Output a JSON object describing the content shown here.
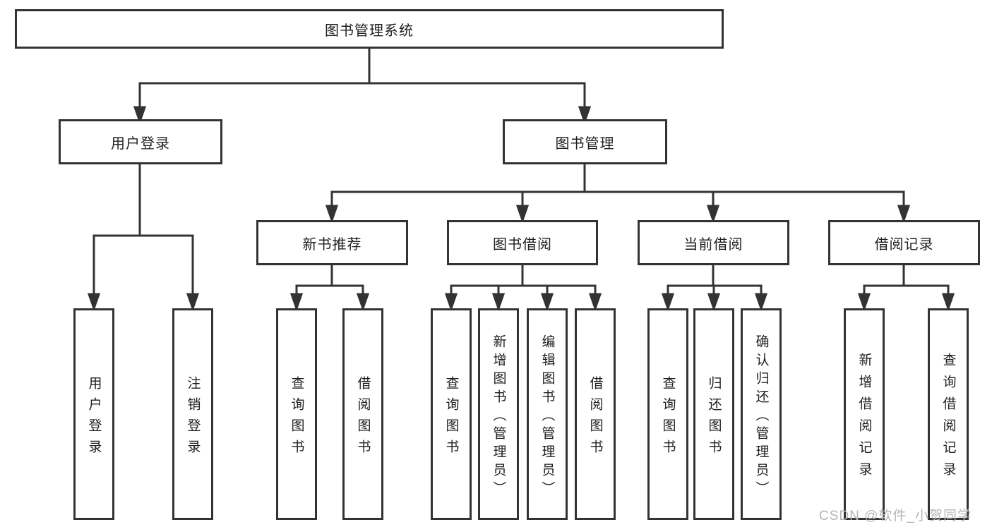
{
  "diagram": {
    "root": "图书管理系统",
    "level2": {
      "user_login": "用户登录",
      "book_mgmt": "图书管理"
    },
    "level3": {
      "new_books": "新书推荐",
      "book_borrow": "图书借阅",
      "current_borrow": "当前借阅",
      "borrow_records": "借阅记录"
    },
    "leaves": {
      "user_login": [
        "用户登录",
        "注销登录"
      ],
      "new_books": [
        "查询图书",
        "借阅图书"
      ],
      "book_borrow": [
        "查询图书",
        "新增图书（管理员）",
        "编辑图书（管理员）",
        "借阅图书"
      ],
      "current_borrow": [
        "查询图书",
        "归还图书",
        "确认归还（管理员）"
      ],
      "borrow_records": [
        "新增借阅记录",
        "查询借阅记录"
      ]
    }
  },
  "watermark": "CSDN @软件_小贺同学",
  "colors": {
    "line": "#333333",
    "border": "#333333",
    "text": "#1f1f1f",
    "watermark": "#b5b5b5",
    "background": "#ffffff"
  }
}
